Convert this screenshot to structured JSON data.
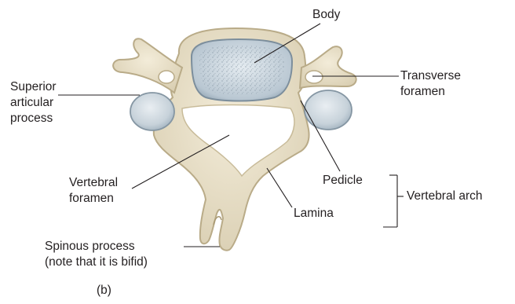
{
  "labels": {
    "body": "Body",
    "transverse_foramen": [
      "Transverse",
      "foramen"
    ],
    "superior_articular_process": [
      "Superior",
      "articular",
      "process"
    ],
    "vertebral_foramen": [
      "Vertebral",
      "foramen"
    ],
    "pedicle": "Pedicle",
    "vertebral_arch": "Vertebral arch",
    "lamina": "Lamina",
    "spinous_process": [
      "Spinous process",
      "(note that it is bifid)"
    ]
  },
  "panel_label": "(b)"
}
